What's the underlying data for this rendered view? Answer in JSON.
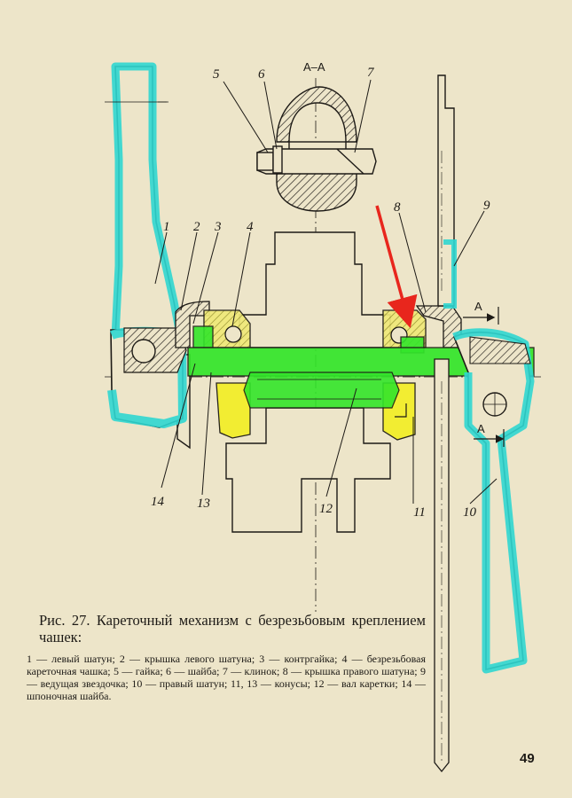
{
  "section_label": "A–A",
  "section_arrow_label": "A",
  "part_numbers": [
    "1",
    "2",
    "3",
    "4",
    "5",
    "6",
    "7",
    "8",
    "9",
    "10",
    "11",
    "12",
    "13",
    "14"
  ],
  "caption": {
    "title": "Рис. 27. Кареточный механизм с безрезьбовым креплением чашек:",
    "legend": "1 — левый шатун; 2 — крышка левого шатуна; 3 — контргайка; 4 — безрезьбовая кареточная чашка; 5 — гайка; 6 — шайба; 7 — клинок; 8 — крышка правого шатуна; 9 — ведущая звездочка; 10 — правый шатун; 11, 13 — конусы; 12 — вал каретки; 14 — шпоночная шайба."
  },
  "page_number": "49",
  "colors": {
    "paper": "#ede5c9",
    "ink": "#1d1a16",
    "cyan_highlight": "#2fd6d0",
    "green_highlight": "#33e62a",
    "yellow_highlight": "#f3ee2a",
    "red_arrow": "#e8261d"
  }
}
